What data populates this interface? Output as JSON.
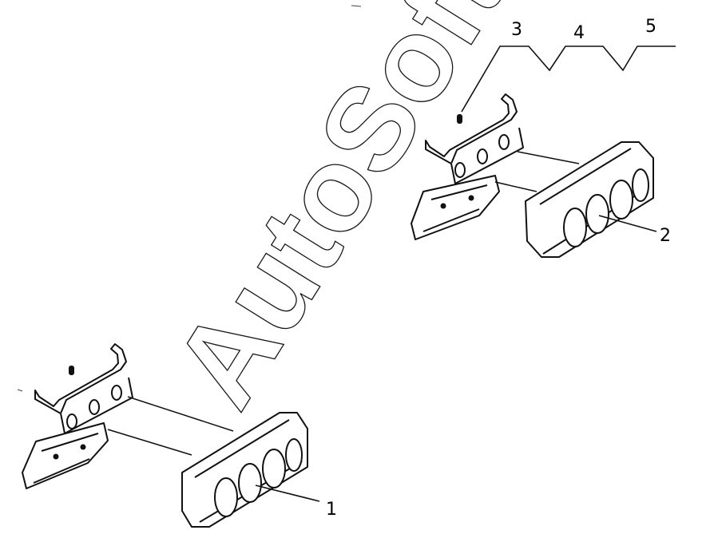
{
  "diagram": {
    "callouts": [
      "1",
      "2",
      "3",
      "4",
      "5"
    ],
    "watermark": "AutoSoft"
  },
  "colors": {
    "line": "#111111",
    "fill": "#ffffff",
    "lens": "#cfcfcf"
  }
}
